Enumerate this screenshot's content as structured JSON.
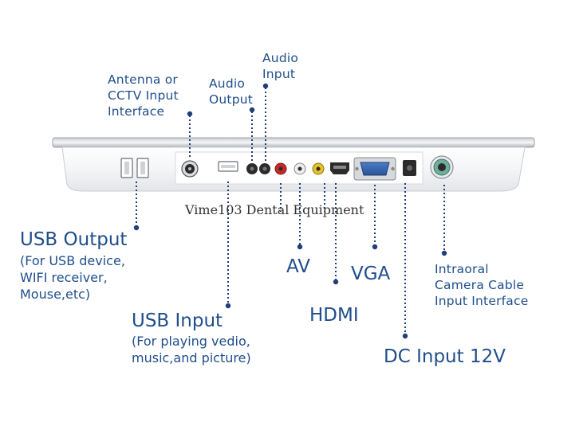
{
  "labels": {
    "antenna": [
      "Antenna or",
      "CCTV Input",
      "Interface"
    ],
    "audio_output": [
      "Audio",
      "Output"
    ],
    "audio_input": [
      "Audio",
      "Input"
    ],
    "usb_output": {
      "title": "USB Output",
      "lines": [
        "(For USB device,",
        "WIFI receiver,",
        "Mouse,etc)"
      ]
    },
    "usb_input": {
      "title": "USB Input",
      "lines": [
        "(For playing vedio,",
        "music,and picture)"
      ]
    },
    "av": "AV",
    "vga": "VGA",
    "hdmi": "HDMI",
    "dc_input": "DC Input 12V",
    "camera": [
      "Intraoral",
      "Camera Cable",
      "Input Interface"
    ]
  },
  "watermark": "Vime103 Dental Equipment",
  "colors": {
    "label_text": "#1f4e8c",
    "leader_line": "#1f3f7a",
    "device_body": "#f2f3f5",
    "port_dark": "#2b2b2b",
    "rca_red": "#c62828",
    "rca_white": "#eeeeee",
    "rca_yellow": "#e6c229",
    "vga_blue": "#2f5fa8",
    "camera_green": "#6fae9a"
  }
}
